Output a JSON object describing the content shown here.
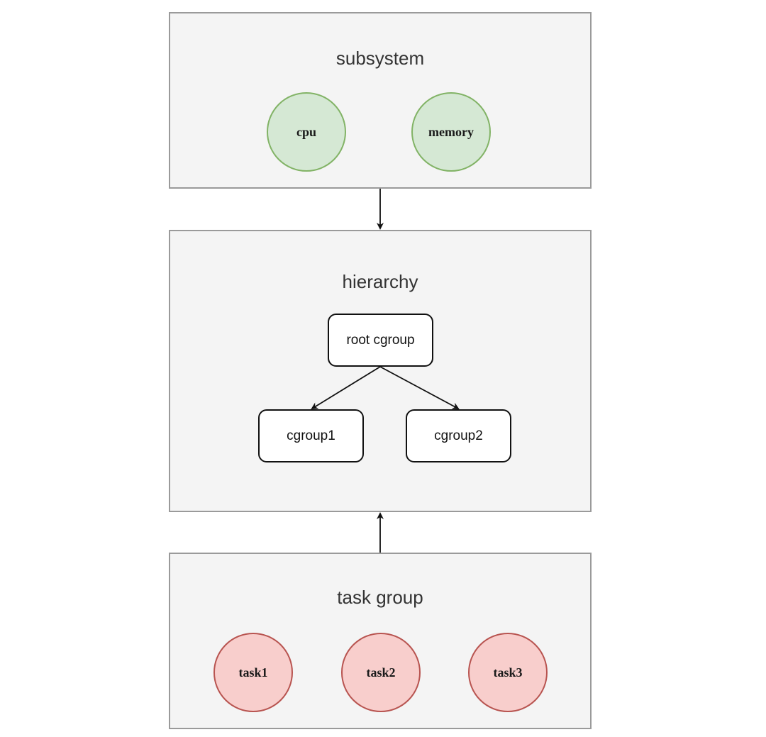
{
  "subsystem": {
    "title": "subsystem",
    "items": [
      "cpu",
      "memory"
    ]
  },
  "hierarchy": {
    "title": "hierarchy",
    "root": "root cgroup",
    "children": [
      "cgroup1",
      "cgroup2"
    ]
  },
  "task_group": {
    "title": "task group",
    "items": [
      "task1",
      "task2",
      "task3"
    ]
  },
  "colors": {
    "panel_fill": "#f4f4f4",
    "panel_border": "#9a9a9a",
    "green_fill": "#d5e8d4",
    "green_border": "#82b366",
    "red_fill": "#f8cecc",
    "red_border": "#b85450"
  }
}
